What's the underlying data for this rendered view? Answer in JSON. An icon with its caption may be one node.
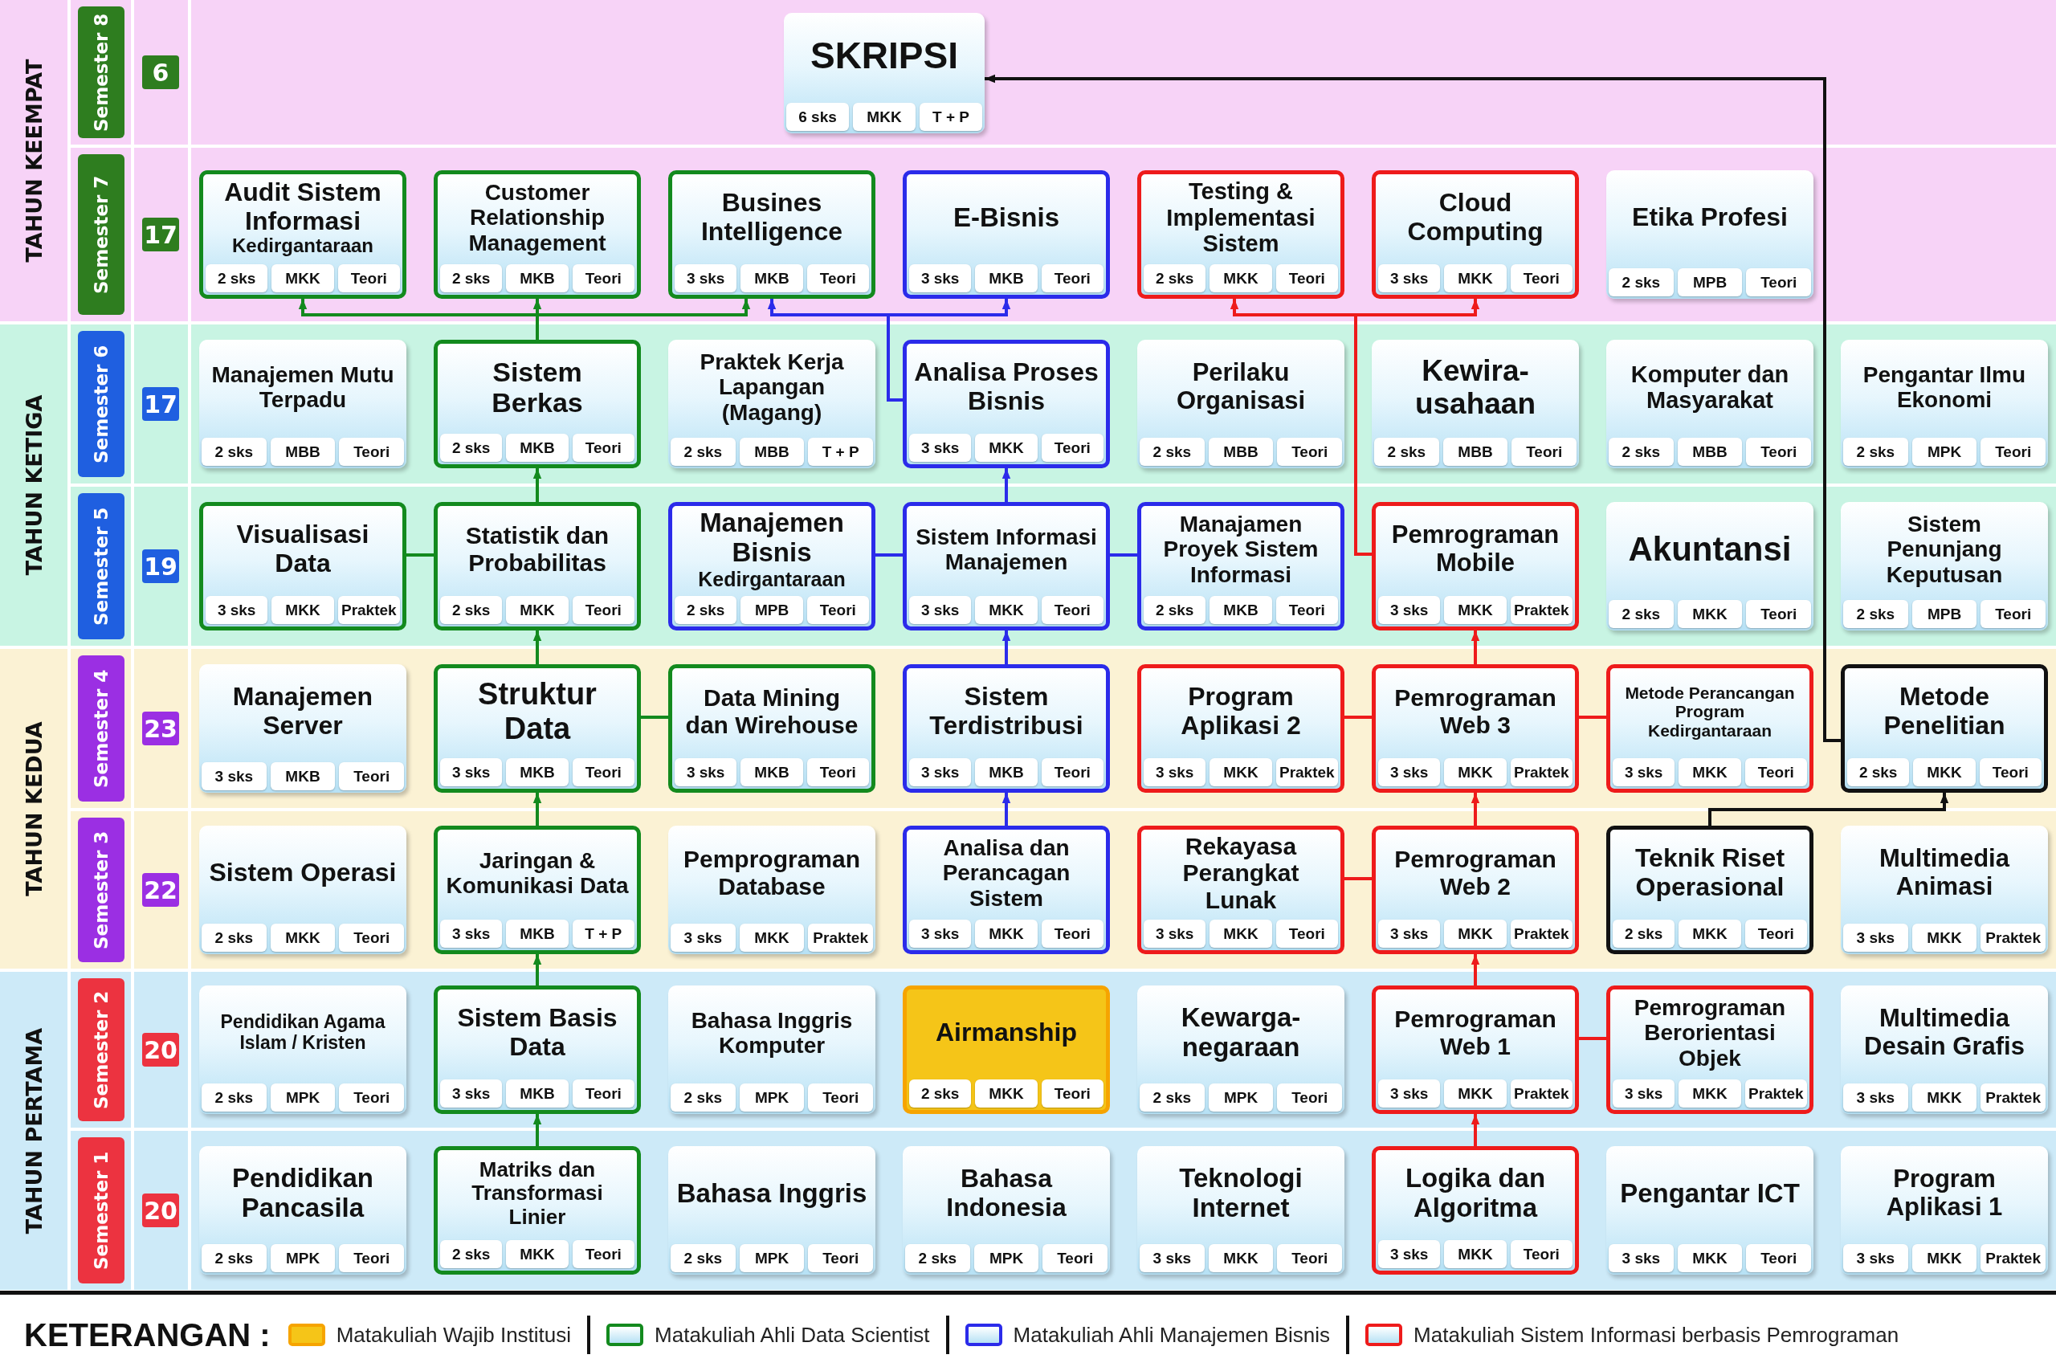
{
  "diagram": {
    "nodes": [
      {
        "text": [
          "TAHUN KEEMPAT"
        ]
      },
      {
        "text": [
          "Semester 8"
        ],
        "in": 0
      },
      {
        "text": [
          "6"
        ],
        "in": 0
      },
      {
        "text": [
          "SKRIPSI",
          "6 sks",
          "MKK",
          "T + P"
        ],
        "in": 0
      },
      {
        "text": [
          "Semester 7"
        ],
        "in": 0
      },
      {
        "text": [
          "17"
        ],
        "in": 0
      },
      {
        "text": [
          "Audit Sistem Informasi",
          "Kedirgantaraan",
          "2 sks",
          "MKK",
          "Teori"
        ],
        "in": 0
      },
      {
        "text": [
          "Customer Relationship Management",
          "2 sks",
          "MKB",
          "Teori"
        ],
        "in": 0
      },
      {
        "text": [
          "Busines Intelligence",
          "3 sks",
          "MKB",
          "Teori"
        ],
        "in": 0
      },
      {
        "text": [
          "E-Bisnis",
          "3 sks",
          "MKB",
          "Teori"
        ],
        "in": 0
      },
      {
        "text": [
          "Testing & Implementasi Sistem",
          "2 sks",
          "MKK",
          "Teori"
        ],
        "in": 0
      },
      {
        "text": [
          "Cloud Computing",
          "3 sks",
          "MKK",
          "Teori"
        ],
        "in": 0
      },
      {
        "text": [
          "Etika Profesi",
          "2 sks",
          "MPB",
          "Teori"
        ],
        "in": 0
      },
      {
        "text": [
          "TAHUN KETIGA"
        ]
      },
      {
        "text": [
          "Semester 6"
        ],
        "in": 13
      },
      {
        "text": [
          "17"
        ],
        "in": 13
      },
      {
        "text": [
          "Manajemen Mutu Terpadu",
          "2 sks",
          "MBB",
          "Teori"
        ],
        "in": 13
      },
      {
        "text": [
          "Sistem Berkas",
          "2 sks",
          "MKB",
          "Teori"
        ],
        "in": 13
      },
      {
        "text": [
          "Praktek Kerja Lapangan (Magang)",
          "2 sks",
          "MBB",
          "T + P"
        ],
        "in": 13
      },
      {
        "text": [
          "Analisa Proses Bisnis",
          "3 sks",
          "MKK",
          "Teori"
        ],
        "in": 13
      },
      {
        "text": [
          "Perilaku Organisasi",
          "2 sks",
          "MBB",
          "Teori"
        ],
        "in": 13
      },
      {
        "text": [
          "Kewira- usahaan",
          "2 sks",
          "MBB",
          "Teori"
        ],
        "in": 13
      },
      {
        "text": [
          "Komputer dan Masyarakat",
          "2 sks",
          "MBB",
          "Teori"
        ],
        "in": 13
      },
      {
        "text": [
          "Pengantar Ilmu Ekonomi",
          "2 sks",
          "MPK",
          "Teori"
        ],
        "in": 13
      },
      {
        "text": [
          "Semester 5"
        ],
        "in": 13
      },
      {
        "text": [
          "19"
        ],
        "in": 13
      },
      {
        "text": [
          "Visualisasi Data",
          "3 sks",
          "MKK",
          "Praktek"
        ],
        "in": 13
      },
      {
        "text": [
          "Statistik dan Probabilitas",
          "2 sks",
          "MKK",
          "Teori"
        ],
        "in": 13
      },
      {
        "text": [
          "Manajemen Bisnis",
          "Kedirgantaraan",
          "2 sks",
          "MPB",
          "Teori"
        ],
        "in": 13
      },
      {
        "text": [
          "Sistem Informasi Manajemen",
          "3 sks",
          "MKK",
          "Teori"
        ],
        "in": 13
      },
      {
        "text": [
          "Manajamen Proyek Sistem Informasi",
          "2 sks",
          "MKB",
          "Teori"
        ],
        "in": 13
      },
      {
        "text": [
          "Pemrograman Mobile",
          "3 sks",
          "MKK",
          "Praktek"
        ],
        "in": 13
      },
      {
        "text": [
          "Akuntansi",
          "2 sks",
          "MKK",
          "Teori"
        ],
        "in": 13
      },
      {
        "text": [
          "Sistem Penunjang Keputusan",
          "2 sks",
          "MPB",
          "Teori"
        ],
        "in": 13
      },
      {
        "text": [
          "TAHUN KEDUA"
        ]
      },
      {
        "text": [
          "Semester 4"
        ],
        "in": 34
      },
      {
        "text": [
          "23"
        ],
        "in": 34
      },
      {
        "text": [
          "Manajemen Server",
          "3 sks",
          "MKB",
          "Teori"
        ],
        "in": 34
      },
      {
        "text": [
          "Struktur Data",
          "3 sks",
          "MKB",
          "Teori"
        ],
        "in": 34
      },
      {
        "text": [
          "Data Mining dan Wirehouse",
          "3 sks",
          "MKB",
          "Teori"
        ],
        "in": 34
      },
      {
        "text": [
          "Sistem Terdistribusi",
          "3 sks",
          "MKB",
          "Teori"
        ],
        "in": 34
      },
      {
        "text": [
          "Program Aplikasi 2",
          "3 sks",
          "MKK",
          "Praktek"
        ],
        "in": 34
      },
      {
        "text": [
          "Pemrograman Web 3",
          "3 sks",
          "MKK",
          "Praktek"
        ],
        "in": 34
      },
      {
        "text": [
          "Metode Perancangan Program Kedirgantaraan",
          "3 sks",
          "MKK",
          "Teori"
        ],
        "in": 34
      },
      {
        "text": [
          "Metode Penelitian",
          "2 sks",
          "MKK",
          "Teori"
        ],
        "in": 34
      },
      {
        "text": [
          "Semester 3"
        ],
        "in": 34
      },
      {
        "text": [
          "22"
        ],
        "in": 34
      },
      {
        "text": [
          "Sistem Operasi",
          "2 sks",
          "MKK",
          "Teori"
        ],
        "in": 34
      },
      {
        "text": [
          "Jaringan & Komunikasi Data",
          "3 sks",
          "MKB",
          "T + P"
        ],
        "in": 34
      },
      {
        "text": [
          "Pemprograman Database",
          "3 sks",
          "MKK",
          "Praktek"
        ],
        "in": 34
      },
      {
        "text": [
          "Analisa dan Perancagan Sistem",
          "3 sks",
          "MKK",
          "Teori"
        ],
        "in": 34
      },
      {
        "text": [
          "Rekayasa Perangkat Lunak",
          "3 sks",
          "MKK",
          "Teori"
        ],
        "in": 34
      },
      {
        "text": [
          "Pemrograman Web 2",
          "3 sks",
          "MKK",
          "Praktek"
        ],
        "in": 34
      },
      {
        "text": [
          "Teknik Riset Operasional",
          "2 sks",
          "MKK",
          "Teori"
        ],
        "in": 34
      },
      {
        "text": [
          "Multimedia Animasi",
          "3 sks",
          "MKK",
          "Praktek"
        ],
        "in": 34
      },
      {
        "text": [
          "TAHUN PERTAMA"
        ]
      },
      {
        "text": [
          "Semester 2"
        ],
        "in": 55
      },
      {
        "text": [
          "20"
        ],
        "in": 55
      },
      {
        "text": [
          "Pendidikan Agama Islam / Kristen",
          "2 sks",
          "MPK",
          "Teori"
        ],
        "in": 55
      },
      {
        "text": [
          "Sistem Basis Data",
          "3 sks",
          "MKB",
          "Teori"
        ],
        "in": 55
      },
      {
        "text": [
          "Bahasa Inggris Komputer",
          "2 sks",
          "MPK",
          "Teori"
        ],
        "in": 55
      },
      {
        "text": [
          "Airmanship",
          "2 sks",
          "MKK",
          "Teori"
        ],
        "in": 55
      },
      {
        "text": [
          "Kewarga- negaraan",
          "2 sks",
          "MPK",
          "Teori"
        ],
        "in": 55
      },
      {
        "text": [
          "Pemrograman Web 1",
          "3 sks",
          "MKK",
          "Praktek"
        ],
        "in": 55
      },
      {
        "text": [
          "Pemrograman Berorientasi Objek",
          "3 sks",
          "MKK",
          "Praktek"
        ],
        "in": 55
      },
      {
        "text": [
          "Multimedia Desain Grafis",
          "3 sks",
          "MKK",
          "Praktek"
        ],
        "in": 55
      },
      {
        "text": [
          "Semester 1"
        ],
        "in": 55
      },
      {
        "text": [
          "20"
        ],
        "in": 55
      },
      {
        "text": [
          "Pendidikan Pancasila",
          "2 sks",
          "MPK",
          "Teori"
        ],
        "in": 55
      },
      {
        "text": [
          "Matriks dan Transformasi Linier",
          "2 sks",
          "MKK",
          "Teori"
        ],
        "in": 55
      },
      {
        "text": [
          "Bahasa Inggris",
          "2 sks",
          "MPK",
          "Teori"
        ],
        "in": 55
      },
      {
        "text": [
          "Bahasa Indonesia",
          "2 sks",
          "MPK",
          "Teori"
        ],
        "in": 55
      },
      {
        "text": [
          "Teknologi Internet",
          "3 sks",
          "MKK",
          "Teori"
        ],
        "in": 55
      },
      {
        "text": [
          "Logika dan Algoritma",
          "3 sks",
          "MKK",
          "Teori"
        ],
        "in": 55
      },
      {
        "text": [
          "Pengantar ICT",
          "3 sks",
          "MKK",
          "Teori"
        ],
        "in": 55
      },
      {
        "text": [
          "Program Aplikasi 1",
          "3 sks",
          "MKK",
          "Praktek"
        ],
        "in": 55
      }
    ],
    "edges": [
      {
        "from": 17,
        "to": 6,
        "arrow": "to",
        "color": "#138a1e"
      },
      {
        "from": 17,
        "to": 7,
        "arrow": "to",
        "color": "#138a1e"
      },
      {
        "from": 17,
        "to": 8,
        "arrow": "to",
        "color": "#138a1e"
      },
      {
        "from": 27,
        "to": 17,
        "arrow": "to",
        "color": "#138a1e"
      },
      {
        "from": 26,
        "to": 27,
        "arrow": "none",
        "color": "#138a1e"
      },
      {
        "from": 38,
        "to": 27,
        "arrow": "to",
        "color": "#138a1e"
      },
      {
        "from": 38,
        "to": 39,
        "arrow": "none",
        "color": "#138a1e"
      },
      {
        "from": 48,
        "to": 38,
        "arrow": "to",
        "color": "#138a1e"
      },
      {
        "from": 59,
        "to": 48,
        "arrow": "to",
        "color": "#138a1e"
      },
      {
        "from": 69,
        "to": 59,
        "arrow": "to",
        "color": "#138a1e"
      },
      {
        "from": 19,
        "to": 8,
        "arrow": "to",
        "color": "#2b2bea"
      },
      {
        "from": 19,
        "to": 9,
        "arrow": "to",
        "color": "#2b2bea"
      },
      {
        "from": 29,
        "to": 19,
        "arrow": "to",
        "color": "#2b2bea"
      },
      {
        "from": 28,
        "to": 29,
        "arrow": "none",
        "color": "#2b2bea"
      },
      {
        "from": 29,
        "to": 30,
        "arrow": "none",
        "color": "#2b2bea"
      },
      {
        "from": 40,
        "to": 29,
        "arrow": "to",
        "color": "#2b2bea"
      },
      {
        "from": 50,
        "to": 40,
        "arrow": "to",
        "color": "#2b2bea"
      },
      {
        "from": 31,
        "to": 10,
        "arrow": "to",
        "color": "#ee1b1b"
      },
      {
        "from": 31,
        "to": 11,
        "arrow": "to",
        "color": "#ee1b1b"
      },
      {
        "from": 42,
        "to": 31,
        "arrow": "to",
        "color": "#ee1b1b"
      },
      {
        "from": 41,
        "to": 42,
        "arrow": "none",
        "color": "#ee1b1b"
      },
      {
        "from": 42,
        "to": 43,
        "arrow": "none",
        "color": "#ee1b1b"
      },
      {
        "from": 52,
        "to": 42,
        "arrow": "to",
        "color": "#ee1b1b"
      },
      {
        "from": 51,
        "to": 52,
        "arrow": "none",
        "color": "#ee1b1b"
      },
      {
        "from": 63,
        "to": 52,
        "arrow": "to",
        "color": "#ee1b1b"
      },
      {
        "from": 63,
        "to": 64,
        "arrow": "none",
        "color": "#ee1b1b"
      },
      {
        "from": 73,
        "to": 63,
        "arrow": "to",
        "color": "#ee1b1b"
      },
      {
        "from": 53,
        "to": 44,
        "arrow": "to",
        "color": "#111111"
      },
      {
        "from": 44,
        "to": 3,
        "arrow": "to",
        "color": "#111111"
      }
    ],
    "labels": [
      "KETERANGAN :"
    ],
    "legend": [
      {
        "text": "Matakuliah Wajib Institusi",
        "color": "#f5c518"
      },
      {
        "text": "Matakuliah Ahli Data Scientist",
        "color": "#138a1e"
      },
      {
        "text": "Matakuliah Ahli Manajemen Bisnis",
        "color": "#2b2bea"
      },
      {
        "text": "Matakuliah Sistem Informasi berbasis Pemrograman",
        "color": "#ee1b1b"
      }
    ]
  }
}
